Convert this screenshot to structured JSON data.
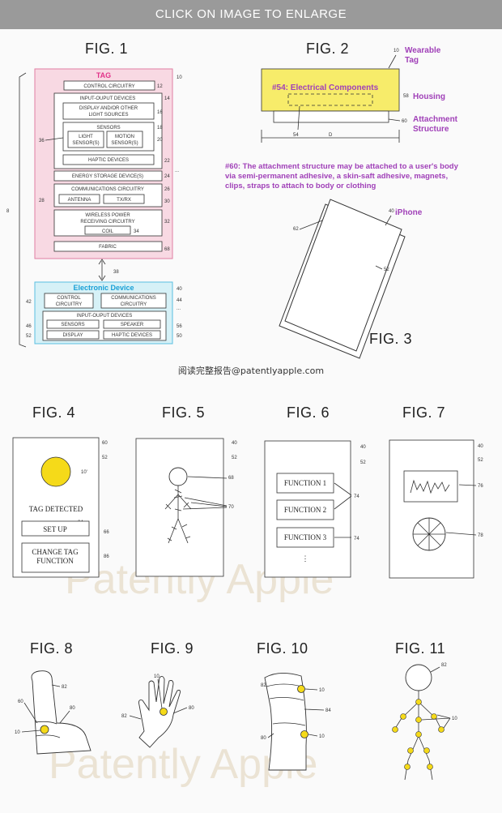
{
  "banner": "CLICK ON IMAGE TO ENLARGE",
  "watermark": "Patently Apple",
  "source_credit": "阅读完整报告@patentlyapple.com",
  "colors": {
    "tag_fill": "#f8d9e3",
    "device_fill": "#d6f1f7",
    "housing_fill": "#f7ec6a",
    "yellow": "#f5da19"
  },
  "fig1": {
    "title": "FIG. 1",
    "tag_label": "TAG",
    "tag_ref": "10",
    "control": "CONTROL CIRCUITRY",
    "control_ref": "12",
    "io": "INPUT-OUPUT DEVICES",
    "io_ref": "14",
    "display_l1": "DISPLAY AND/OR OTHER",
    "display_l2": "LIGHT SOURCES",
    "display_ref": "16",
    "sensors": "SENSORS",
    "sensors_ref": "18",
    "light_l1": "LIGHT",
    "light_l2": "SENSOR(S)",
    "motion_l1": "MOTION",
    "motion_l2": "SENSOR(S)",
    "motion_ref": "20",
    "sensors_group_ref": "36",
    "haptic": "HAPTIC DEVICES",
    "haptic_ref": "22",
    "energy": "ENERGY STORAGE DEVICE(S)",
    "energy_ref": "24",
    "comms": "COMMUNICATIONS CIRCUITRY",
    "comms_ref": "26",
    "antenna": "ANTENNA",
    "antenna_ref": "28",
    "txrx": "TX/RX",
    "txrx_ref": "30",
    "wireless_l1": "WIRELESS POWER",
    "wireless_l2": "RECEIVING CIRCUITRY",
    "wireless_ref": "32",
    "coil": "COIL",
    "coil_ref": "34",
    "fabric": "FABRIC",
    "fabric_ref": "68",
    "dots": "...",
    "link_ref": "38",
    "system_ref": "8",
    "device_label": "Electronic Device",
    "device_ref": "40",
    "dev_control_l1": "CONTROL",
    "dev_control_l2": "CIRCUITRY",
    "dev_control_ref": "42",
    "dev_comms_l1": "COMMUNICATIONS",
    "dev_comms_l2": "CIRCUITRY",
    "dev_comms_ref": "44",
    "dev_io": "INPUT-OUPUT DEVICES",
    "dev_sensors": "SENSORS",
    "dev_sensors_ref": "46",
    "dev_speaker": "SPEAKER",
    "dev_speaker_ref": "56",
    "dev_display": "DISPLAY",
    "dev_display_ref": "52",
    "dev_haptic": "HAPTIC DEVICES",
    "dev_haptic_ref": "50"
  },
  "fig2": {
    "title": "FIG. 2",
    "ref10": "10",
    "wearable_l1": "Wearable",
    "wearable_l2": "Tag",
    "electrical": "#54: Electrical Components",
    "ref58": "58",
    "housing": "Housing",
    "ref60": "60",
    "attach_l1": "Attachment",
    "attach_l2": "Structure",
    "ref54": "54",
    "dim": "D",
    "note_l1": "#60: The attachment structure may be attached to a user's body",
    "note_l2": "via semi-permanent adhesive, a skin-saft adhesive, magnets,",
    "note_l3": "clips, straps to attach to body or clothing"
  },
  "fig3": {
    "title": "FIG. 3",
    "ref40": "40",
    "iphone": "iPhone",
    "ref62": "62",
    "ref52": "52"
  },
  "fig4": {
    "title": "FIG. 4",
    "ref60": "60",
    "ref52": "52",
    "ref10": "10'",
    "detected": "TAG DETECTED",
    "ref64": "64",
    "setup": "SET UP",
    "ref66": "66",
    "change_l1": "CHANGE TAG",
    "change_l2": "FUNCTION",
    "ref86": "86"
  },
  "fig5": {
    "title": "FIG. 5",
    "ref40": "40",
    "ref52": "52",
    "ref68": "68",
    "ref70": "70"
  },
  "fig6": {
    "title": "FIG. 6",
    "ref40": "40",
    "ref52": "52",
    "f1": "FUNCTION 1",
    "f2": "FUNCTION 2",
    "f3": "FUNCTION 3",
    "ref74a": "74",
    "ref74b": "74",
    "dots": "⋮"
  },
  "fig7": {
    "title": "FIG. 7",
    "ref40": "40",
    "ref52": "52",
    "ref76": "76",
    "ref78": "78"
  },
  "fig8": {
    "title": "FIG. 8",
    "ref82": "82",
    "ref80": "80",
    "ref60": "60",
    "ref10": "10"
  },
  "fig9": {
    "title": "FIG. 9",
    "ref10": "10",
    "ref82": "82",
    "ref80": "80"
  },
  "fig10": {
    "title": "FIG. 10",
    "ref82": "82",
    "ref10a": "10",
    "ref84": "84",
    "ref80": "80",
    "ref10b": "10"
  },
  "fig11": {
    "title": "FIG. 11",
    "ref82": "82",
    "ref10": "10"
  }
}
